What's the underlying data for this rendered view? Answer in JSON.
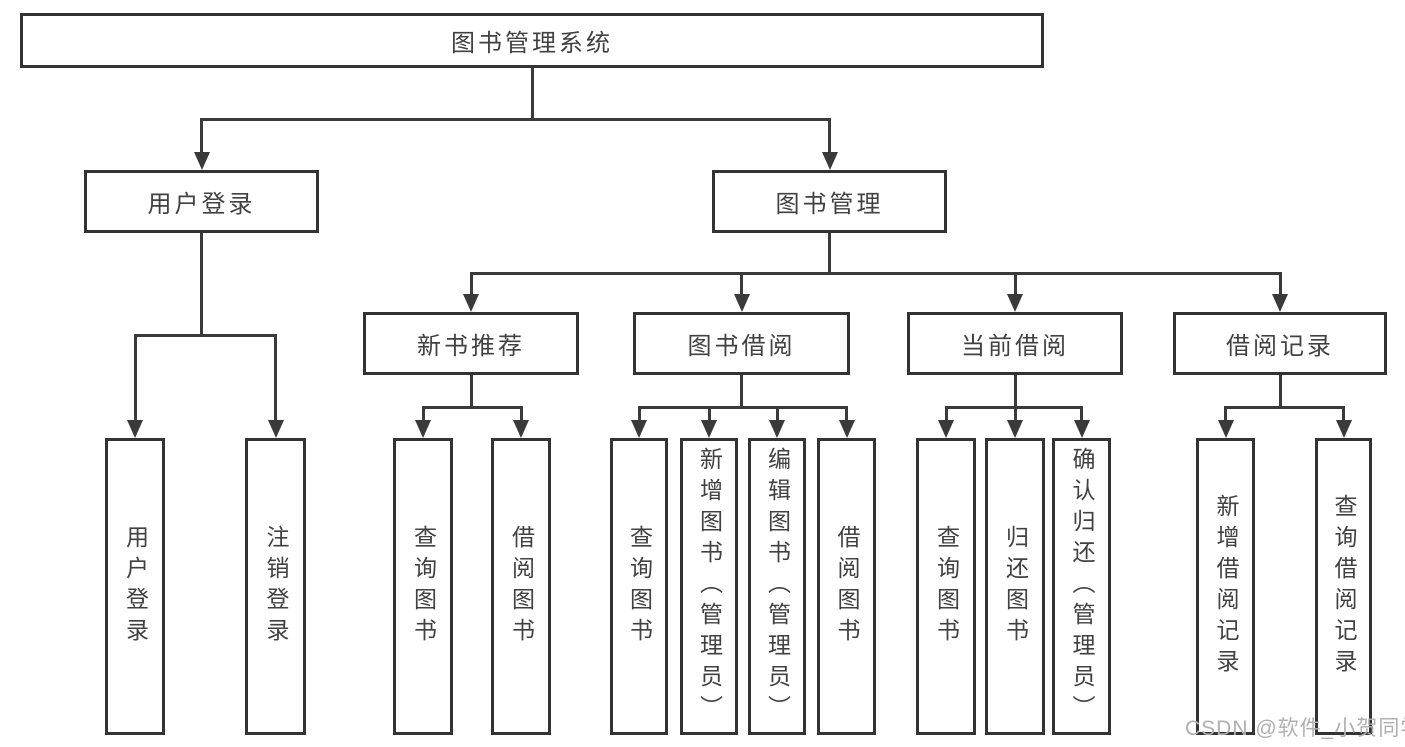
{
  "diagram": {
    "title": "图书管理系统",
    "watermark": "CSDN @软件_小贺同学",
    "colors": {
      "background": "#ffffff",
      "box_border": "#333333",
      "line": "#3a3a3a",
      "text": "#414141",
      "watermark": "#b0b0b0"
    },
    "nodes": [
      {
        "id": "system",
        "label": "图书管理系统"
      },
      {
        "id": "user-login",
        "label": "用户登录",
        "parent": "system"
      },
      {
        "id": "book-mgmt",
        "label": "图书管理",
        "parent": "system"
      },
      {
        "id": "new-book",
        "label": "新书推荐",
        "parent": "book-mgmt"
      },
      {
        "id": "book-borrow",
        "label": "图书借阅",
        "parent": "book-mgmt"
      },
      {
        "id": "current-borrow",
        "label": "当前借阅",
        "parent": "book-mgmt"
      },
      {
        "id": "borrow-records",
        "label": "借阅记录",
        "parent": "book-mgmt"
      },
      {
        "id": "login",
        "label": "用户登录",
        "parent": "user-login",
        "vertical": true
      },
      {
        "id": "logout",
        "label": "注销登录",
        "parent": "user-login",
        "vertical": true
      },
      {
        "id": "nb-query",
        "label": "查询图书",
        "parent": "new-book",
        "vertical": true
      },
      {
        "id": "nb-borrow",
        "label": "借阅图书",
        "parent": "new-book",
        "vertical": true
      },
      {
        "id": "bb-query",
        "label": "查询图书",
        "parent": "book-borrow",
        "vertical": true
      },
      {
        "id": "bb-add",
        "label": "新增图书（管理员）",
        "parent": "book-borrow",
        "vertical": true
      },
      {
        "id": "bb-edit",
        "label": "编辑图书（管理员）",
        "parent": "book-borrow",
        "vertical": true
      },
      {
        "id": "bb-borrow",
        "label": "借阅图书",
        "parent": "book-borrow",
        "vertical": true
      },
      {
        "id": "cb-query",
        "label": "查询图书",
        "parent": "current-borrow",
        "vertical": true
      },
      {
        "id": "cb-return",
        "label": "归还图书",
        "parent": "current-borrow",
        "vertical": true
      },
      {
        "id": "cb-confirm",
        "label": "确认归还（管理员）",
        "parent": "current-borrow",
        "vertical": true
      },
      {
        "id": "br-add",
        "label": "新增借阅记录",
        "parent": "borrow-records",
        "vertical": true
      },
      {
        "id": "br-query",
        "label": "查询借阅记录",
        "parent": "borrow-records",
        "vertical": true
      }
    ]
  }
}
